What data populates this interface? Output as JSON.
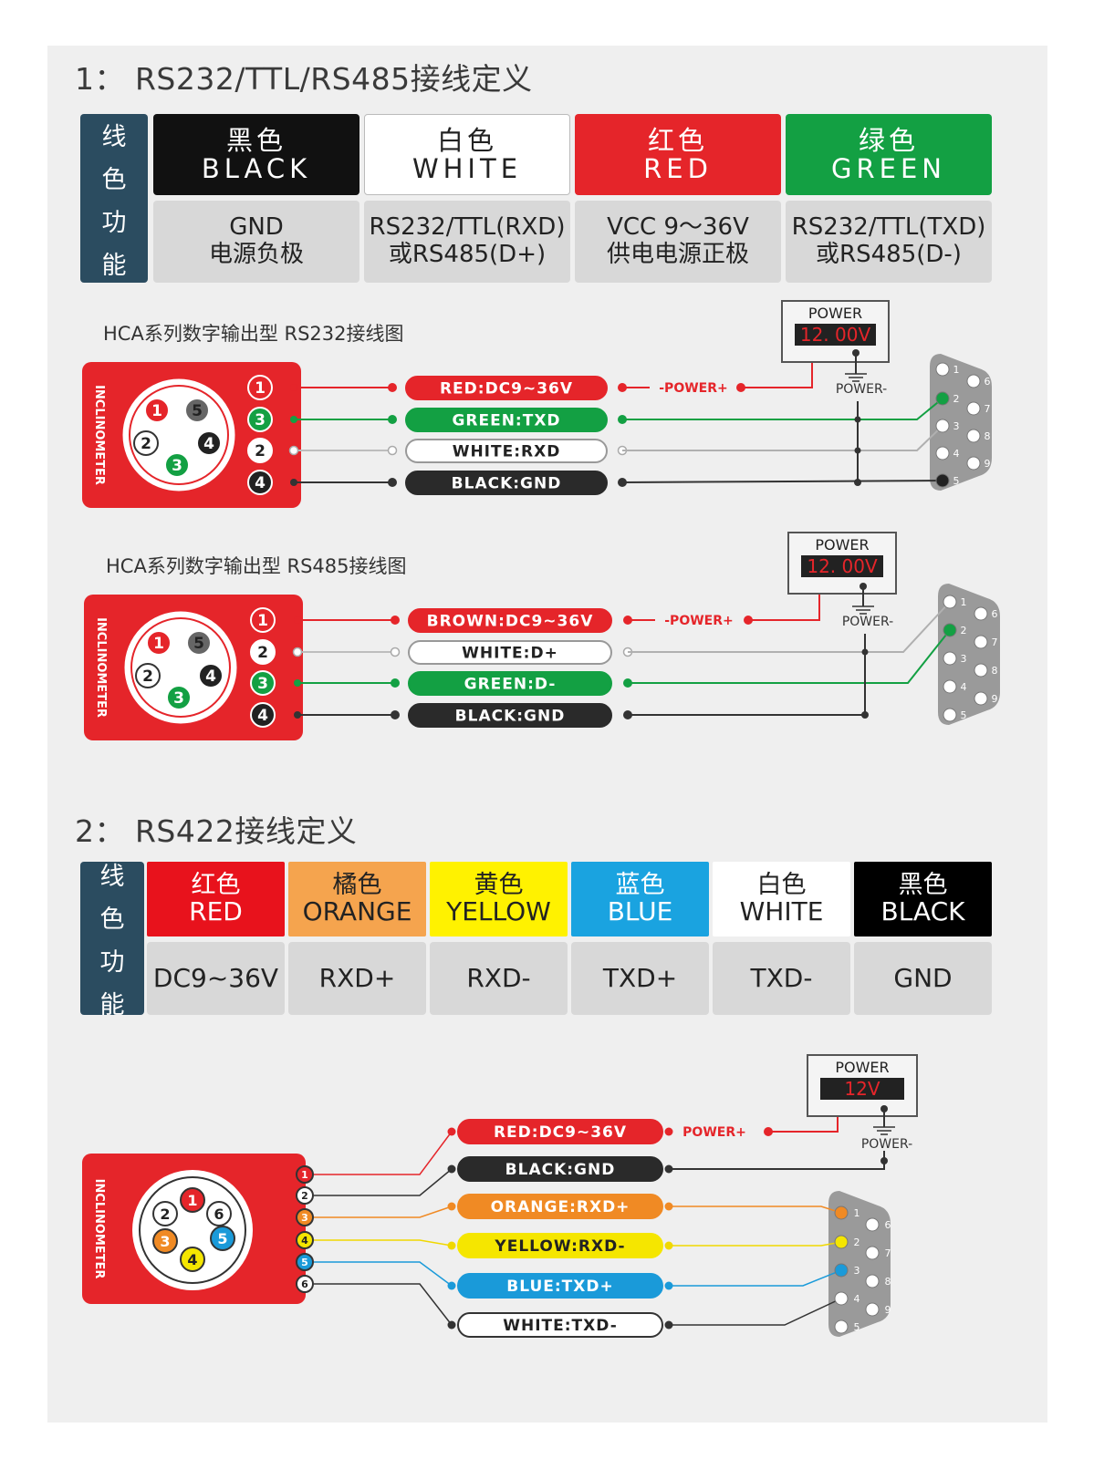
{
  "section1": {
    "title": "1：  RS232/TTL/RS485接线定义",
    "sidebar": [
      "线",
      "色",
      "功",
      "能"
    ],
    "columns": [
      {
        "cn": "黑色",
        "en": "BLACK",
        "bg": "#111111",
        "fg": "#ffffff",
        "line1": "GND",
        "line2": "电源负极"
      },
      {
        "cn": "白色",
        "en": "WHITE",
        "bg": "#ffffff",
        "fg": "#222222",
        "line1": "RS232/TTL(RXD)",
        "line2": "或RS485(D+)"
      },
      {
        "cn": "红色",
        "en": "RED",
        "bg": "#e5252a",
        "fg": "#ffffff",
        "line1": "VCC 9～36V",
        "line2": "供电电源正极"
      },
      {
        "cn": "绿色",
        "en": "GREEN",
        "bg": "#13a043",
        "fg": "#ffffff",
        "line1": "RS232/TTL(TXD)",
        "line2": "或RS485(D-)"
      }
    ]
  },
  "diagram_rs232": {
    "title": "HCA系列数字输出型 RS232接线图",
    "device_label": "INCLINOMETER",
    "connector_pins": [
      "1",
      "5",
      "2",
      "4",
      "3"
    ],
    "wire_pin_numbers": [
      "1",
      "3",
      "2",
      "4"
    ],
    "wire_labels": [
      "RED:DC9~36V",
      "GREEN:TXD",
      "WHITE:RXD",
      "BLACK:GND"
    ],
    "power_plus": "-POWER+",
    "power_minus": "POWER-",
    "power_title": "POWER",
    "power_value": "12. 00V",
    "db9_pins": [
      "1",
      "2",
      "3",
      "4",
      "5",
      "6",
      "7",
      "8",
      "9"
    ]
  },
  "diagram_rs485": {
    "title": "HCA系列数字输出型 RS485接线图",
    "device_label": "INCLINOMETER",
    "connector_pins": [
      "1",
      "5",
      "2",
      "4",
      "3"
    ],
    "wire_pin_numbers": [
      "1",
      "2",
      "3",
      "4"
    ],
    "wire_labels": [
      "BROWN:DC9~36V",
      "WHITE:D+",
      "GREEN:D-",
      "BLACK:GND"
    ],
    "power_plus": "-POWER+",
    "power_minus": "POWER-",
    "power_title": "POWER",
    "power_value": "12. 00V",
    "db9_pins": [
      "1",
      "2",
      "3",
      "4",
      "5",
      "6",
      "7",
      "8",
      "9"
    ]
  },
  "section2": {
    "title": "2：  RS422接线定义",
    "sidebar": [
      "线",
      "色",
      "功",
      "能"
    ],
    "columns": [
      {
        "cn": "红色",
        "en": "RED",
        "bg": "#e8121c",
        "fg": "#ffffff",
        "func": "DC9~36V"
      },
      {
        "cn": "橘色",
        "en": "ORANGE",
        "bg": "#f5a44e",
        "fg": "#222222",
        "func": "RXD+"
      },
      {
        "cn": "黄色",
        "en": "YELLOW",
        "bg": "#fff200",
        "fg": "#222222",
        "func": "RXD-"
      },
      {
        "cn": "蓝色",
        "en": "BLUE",
        "bg": "#1aa3e0",
        "fg": "#ffffff",
        "func": "TXD+"
      },
      {
        "cn": "白色",
        "en": "WHITE",
        "bg": "#ffffff",
        "fg": "#222222",
        "func": "TXD-"
      },
      {
        "cn": "黑色",
        "en": "BLACK",
        "bg": "#000000",
        "fg": "#ffffff",
        "func": "GND"
      }
    ]
  },
  "diagram_rs422": {
    "device_label": "INCLINOMETER",
    "connector_pins": [
      "1",
      "6",
      "5",
      "4",
      "3",
      "2"
    ],
    "wire_pin_numbers": [
      "1",
      "2",
      "3",
      "4",
      "5",
      "6"
    ],
    "wire_labels": [
      "RED:DC9~36V",
      "BLACK:GND",
      "ORANGE:RXD+",
      "YELLOW:RXD-",
      "BLUE:TXD+",
      "WHITE:TXD-"
    ],
    "power_plus": "POWER+",
    "power_minus": "POWER-",
    "power_title": "POWER",
    "power_value": "12V",
    "db9_pins": [
      "1",
      "2",
      "3",
      "4",
      "5",
      "6",
      "7",
      "8",
      "9"
    ]
  }
}
